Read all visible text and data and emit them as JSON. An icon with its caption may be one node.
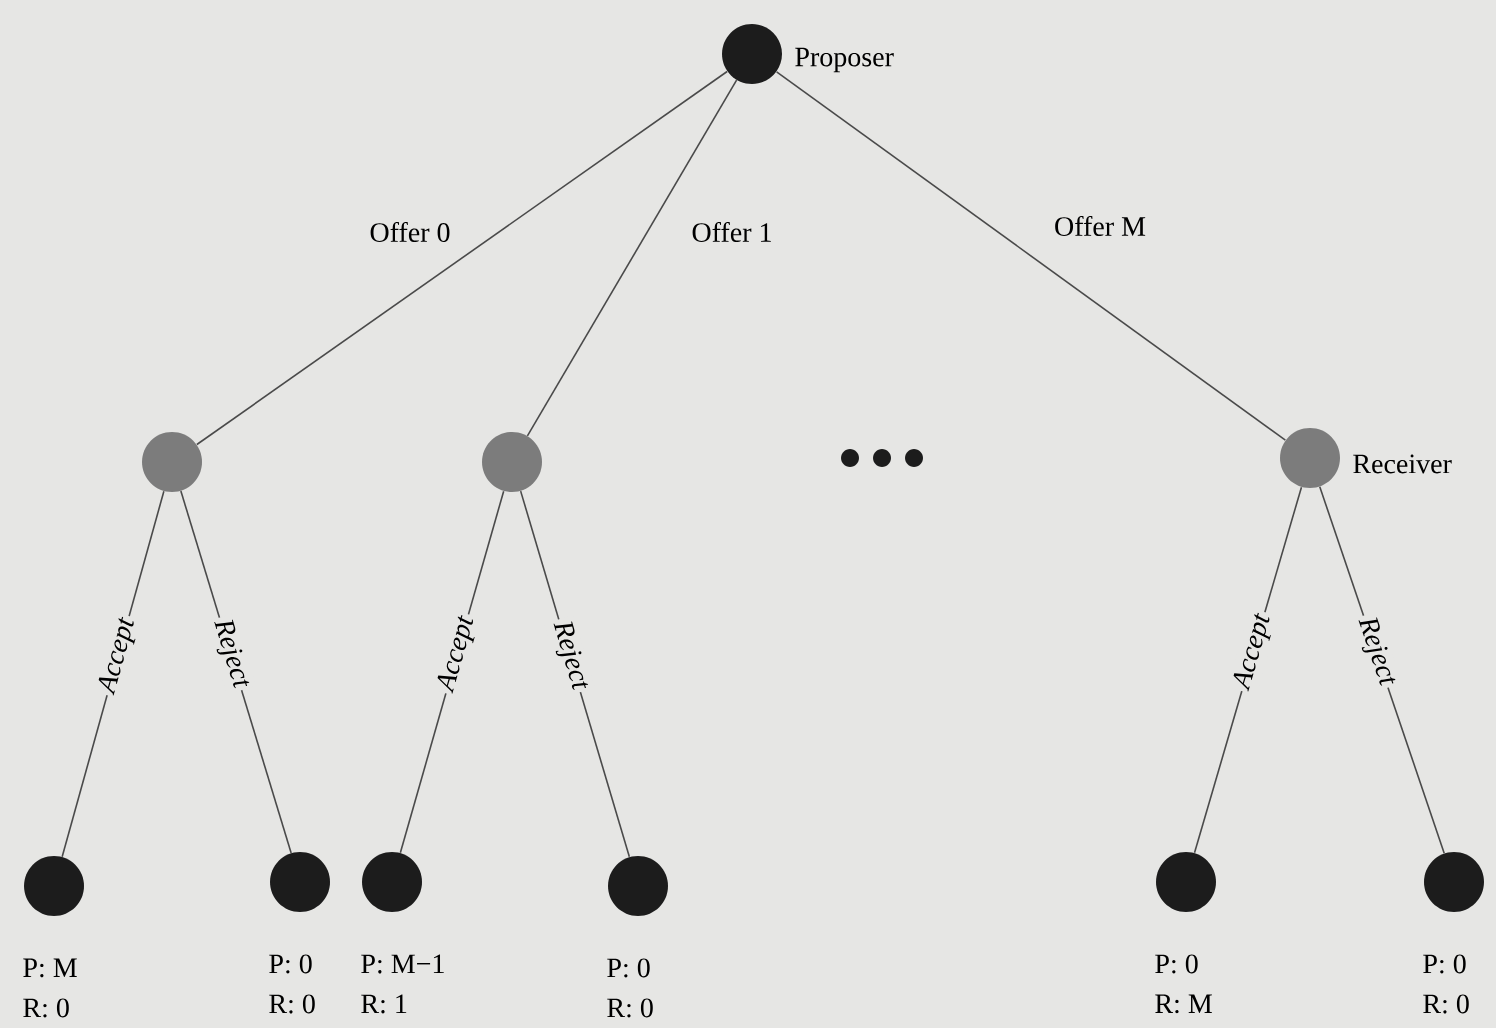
{
  "diagram": {
    "nodes": [
      {
        "text": [],
        "shape": "circle",
        "beside": [
          "Proposer"
        ]
      },
      {
        "text": [],
        "shape": "circle"
      },
      {
        "text": [],
        "shape": "circle"
      },
      {
        "text": [],
        "shape": "circle",
        "beside": [
          "Receiver"
        ]
      },
      {
        "text": [],
        "shape": "circle",
        "beside": [
          "P: M",
          "R: 0"
        ]
      },
      {
        "text": [],
        "shape": "circle",
        "beside": [
          "P: 0",
          "R: 0"
        ]
      },
      {
        "text": [],
        "shape": "circle",
        "beside": [
          "P: M−1",
          "R: 1"
        ]
      },
      {
        "text": [],
        "shape": "circle",
        "beside": [
          "P: 0",
          "R: 0"
        ]
      },
      {
        "text": [],
        "shape": "circle",
        "beside": [
          "P: 0",
          "R: M"
        ]
      },
      {
        "text": [],
        "shape": "circle",
        "beside": [
          "P: 0",
          "R: 0"
        ]
      }
    ],
    "edges": [
      {
        "from": 0,
        "to": 1,
        "arrow": "none",
        "label": "Offer 0"
      },
      {
        "from": 0,
        "to": 2,
        "arrow": "none",
        "label": "Offer 1"
      },
      {
        "from": 0,
        "to": 3,
        "arrow": "none",
        "label": "Offer M"
      },
      {
        "from": 1,
        "to": 4,
        "arrow": "none",
        "label": "Accept"
      },
      {
        "from": 1,
        "to": 5,
        "arrow": "none",
        "label": "Reject"
      },
      {
        "from": 2,
        "to": 6,
        "arrow": "none",
        "label": "Accept"
      },
      {
        "from": 2,
        "to": 7,
        "arrow": "none",
        "label": "Reject"
      },
      {
        "from": 3,
        "to": 8,
        "arrow": "none",
        "label": "Accept"
      },
      {
        "from": 3,
        "to": 9,
        "arrow": "none",
        "label": "Reject"
      }
    ]
  }
}
